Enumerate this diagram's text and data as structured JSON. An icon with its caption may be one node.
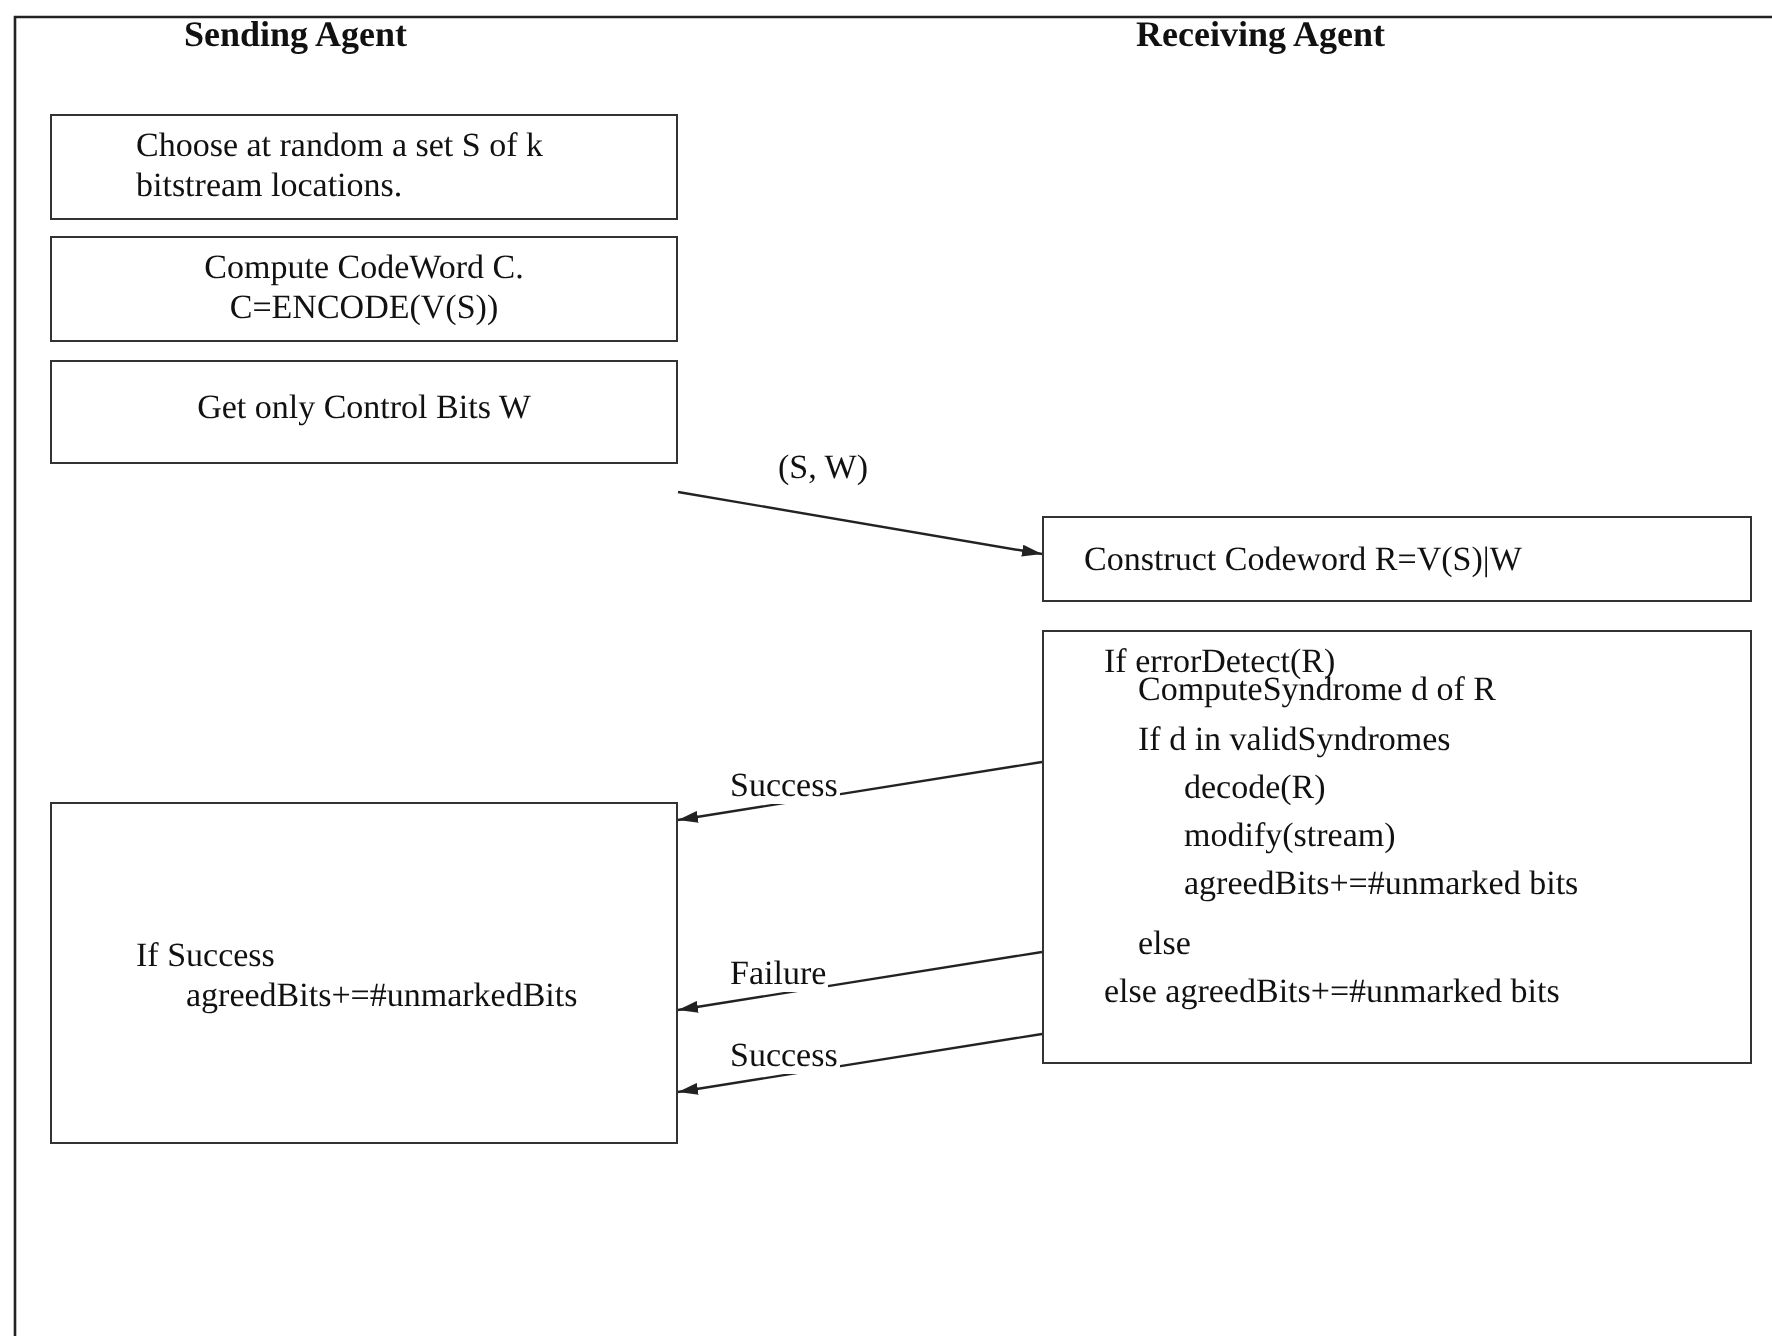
{
  "diagram": {
    "nodes": [
      {
        "text": [
          "Choose at random a set S of k bitstream locations."
        ]
      },
      {
        "text": [
          "Compute CodeWord C. C=ENCODE(V(S))"
        ]
      },
      {
        "text": [
          "Get only Control Bits W"
        ]
      },
      {
        "text": [
          "Construct Codeword R=V(S)|W"
        ]
      },
      {
        "text": [
          "If errorDetect(R)",
          "ComputeSyndrome d of R",
          "If d in validSyndromes",
          "decode(R)",
          "modify(stream)",
          "agreedBits+=#unmarked bits",
          "else",
          "else agreedBits+=#unmarked bits"
        ]
      },
      {
        "text": [
          "If Success",
          "agreedBits+=#unmarkedBits"
        ]
      }
    ],
    "edges": [
      {
        "from": null,
        "to": 3,
        "arrow": "to",
        "label": "(S, W)"
      },
      {
        "from": 4,
        "to": 5,
        "arrow": "to",
        "label": "Success"
      },
      {
        "from": 4,
        "to": 5,
        "arrow": "to",
        "label": "Failure"
      },
      {
        "from": 4,
        "to": 5,
        "arrow": "to",
        "label": "Success"
      }
    ],
    "labels": [
      "Sending Agent",
      "Receiving Agent"
    ]
  }
}
